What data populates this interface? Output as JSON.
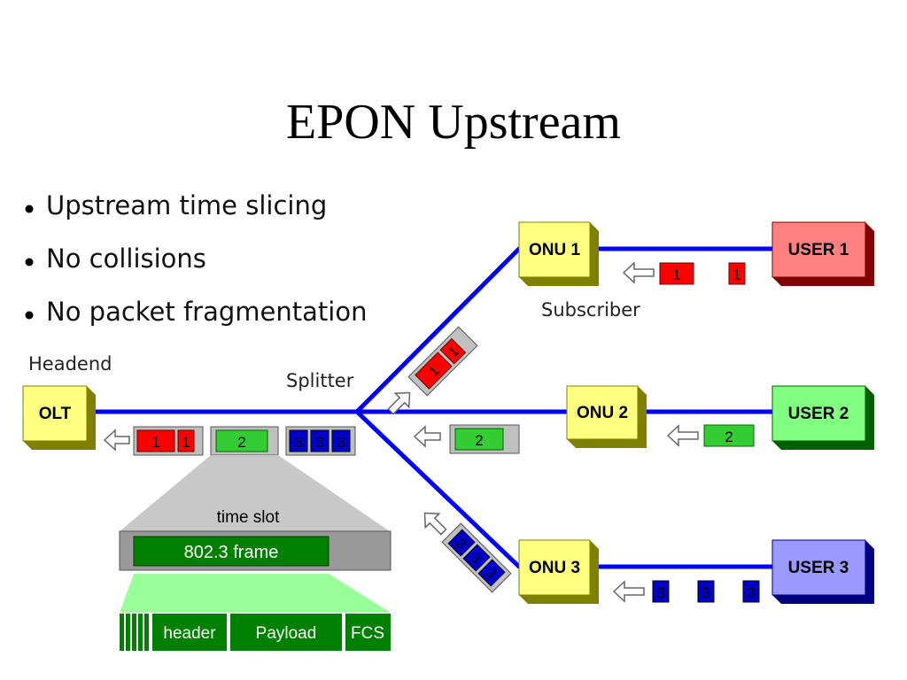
{
  "title": "EPON Upstream",
  "bullets": [
    "Upstream time slicing",
    "No collisions",
    "No packet fragmentation"
  ],
  "labels": {
    "headend": "Headend",
    "splitter": "Splitter",
    "subscriber": "Subscriber",
    "time_slot": "time slot"
  },
  "nodes": {
    "olt": "OLT",
    "onu1": "ONU 1",
    "onu2": "ONU 2",
    "onu3": "ONU 3",
    "user1": "USER 1",
    "user2": "USER 2",
    "user3": "USER 3"
  },
  "frame": {
    "label": "802.3 frame",
    "header": "header",
    "payload": "Payload",
    "fcs": "FCS"
  },
  "packets": {
    "p1": "1",
    "p2": "2",
    "p3": "3"
  },
  "colors": {
    "line": "#0000ff",
    "onu_fill": "#ffff80",
    "user1_fill": "#ff8080",
    "user2_fill": "#80ff80",
    "user3_fill": "#9999ff",
    "packet1": "#ff0000",
    "packet2": "#33cc33",
    "packet3": "#0000cc",
    "frame_green": "#008000"
  }
}
